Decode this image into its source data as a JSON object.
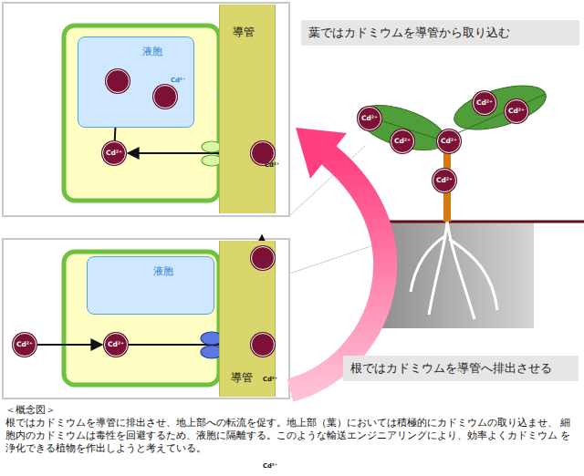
{
  "diagram": {
    "caption": "根ではカドミウムを導管に排出させ、地上部への転流を促す。地上部（葉）においては積極的にカドミウムの取り込ませ、 細胞内のカドミウムは毒性を回避するため、液胞に隔離する。このような輸送エンジニアリングにより、効率よくカドミウム を浄化できる植物を作出しようと考えている。",
    "nodes": [
      {
        "text": [
          "液胞"
        ]
      },
      {
        "text": [
          "Cd²⁺"
        ],
        "in": 0
      },
      {
        "text": [
          "Cd²⁺"
        ],
        "in": 0
      },
      {
        "text": [
          "Cd²⁺"
        ]
      },
      {
        "text": [
          "導管"
        ]
      },
      {
        "text": [
          "Cd²⁺"
        ],
        "in": 4
      },
      {
        "text": [
          "葉ではカドミウムを導管から取り込む"
        ]
      },
      {
        "text": [
          "液胞"
        ]
      },
      {
        "text": [
          "Cd²⁺"
        ]
      },
      {
        "text": [
          "Cd²⁺"
        ]
      },
      {
        "text": [
          "導管"
        ]
      },
      {
        "text": [
          "Cd²⁺"
        ],
        "in": 10
      },
      {
        "text": [
          "Cd²⁺"
        ],
        "in": 10
      },
      {
        "text": [
          "根ではカドミウムを導管へ排出させる"
        ]
      },
      {
        "text": [
          "Cd²⁺"
        ]
      },
      {
        "text": [
          "Cd²⁺"
        ]
      },
      {
        "text": [
          "Cd²⁺"
        ]
      },
      {
        "text": [
          "Cd²⁺"
        ]
      },
      {
        "text": [
          "Cd²⁺"
        ]
      },
      {
        "text": [
          "Cd²⁺"
        ]
      }
    ],
    "edges": [
      {
        "from": 5,
        "to": 3,
        "arrow": "to"
      },
      {
        "from": 3,
        "to": 1,
        "arrow": "to"
      },
      {
        "from": 8,
        "to": 9,
        "arrow": "to"
      },
      {
        "from": 9,
        "to": 12,
        "arrow": "to"
      },
      {
        "from": 12,
        "to": 11,
        "arrow": "to"
      }
    ],
    "labels": [
      "＜概念図＞"
    ]
  }
}
